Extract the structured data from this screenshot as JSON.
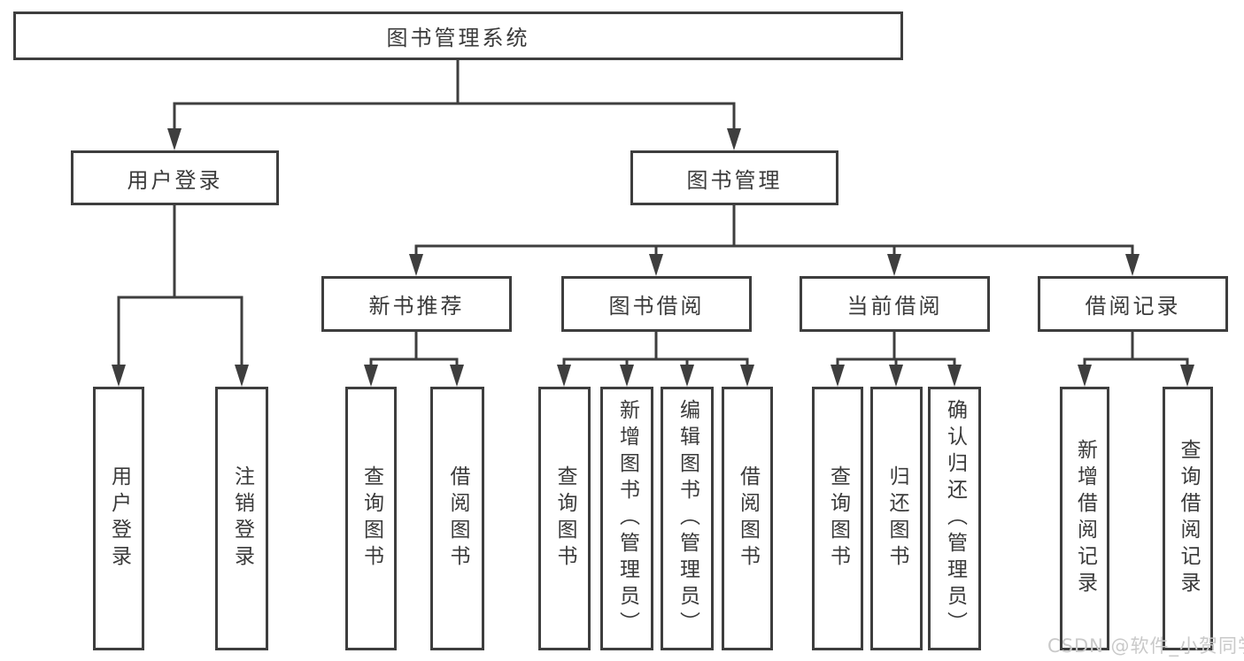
{
  "colors": {
    "line": "#3e3e3e",
    "box_border": "#3e3e3e",
    "text": "#3a3a3a",
    "watermark": "#c9c9c9",
    "background": "#ffffff"
  },
  "watermark": {
    "text": "CSDN @软件_小贺同学"
  },
  "tree": {
    "root": {
      "label": "图书管理系统"
    },
    "branches": [
      {
        "label": "用户登录",
        "children": [
          "用户登录",
          "注销登录"
        ]
      },
      {
        "label": "图书管理",
        "groups": [
          {
            "label": "新书推荐",
            "children": [
              "查询图书",
              "借阅图书"
            ]
          },
          {
            "label": "图书借阅",
            "children": [
              "查询图书",
              "新增图书（管理员）",
              "编辑图书（管理员）",
              "借阅图书"
            ]
          },
          {
            "label": "当前借阅",
            "children": [
              "查询图书",
              "归还图书",
              "确认归还（管理员）"
            ]
          },
          {
            "label": "借阅记录",
            "children": [
              "新增借阅记录",
              "查询借阅记录"
            ]
          }
        ]
      }
    ]
  }
}
